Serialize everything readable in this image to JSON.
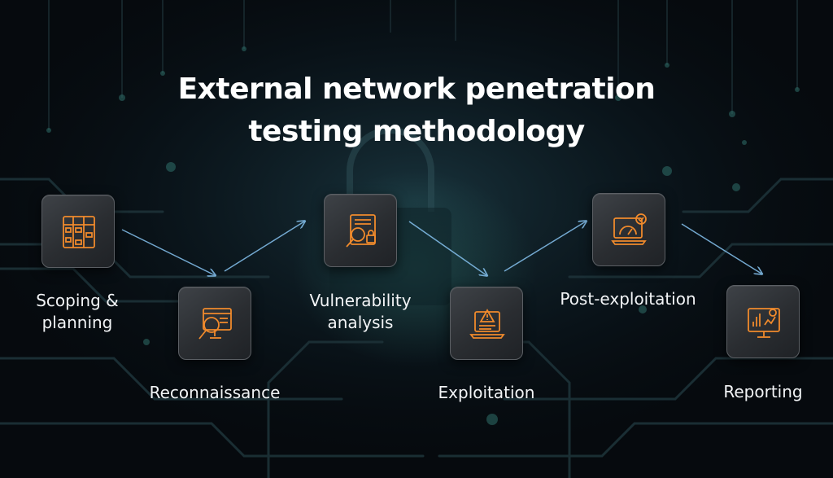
{
  "title": {
    "line1": "External network penetration",
    "line2": "testing methodology"
  },
  "steps": [
    {
      "label_lines": [
        "Scoping &",
        "planning"
      ],
      "icon": "planning-board-icon"
    },
    {
      "label_lines": [
        "Reconnaissance"
      ],
      "icon": "magnifier-screen-icon"
    },
    {
      "label_lines": [
        "Vulnerability",
        "analysis"
      ],
      "icon": "document-search-icon"
    },
    {
      "label_lines": [
        "Exploitation"
      ],
      "icon": "laptop-warning-icon"
    },
    {
      "label_lines": [
        "Post-exploitation"
      ],
      "icon": "gauge-check-icon"
    },
    {
      "label_lines": [
        "Reporting"
      ],
      "icon": "report-charts-icon"
    }
  ],
  "colors": {
    "accent": "#f08a2c",
    "arrow": "#7fb9e4",
    "tile": "#33373c"
  }
}
